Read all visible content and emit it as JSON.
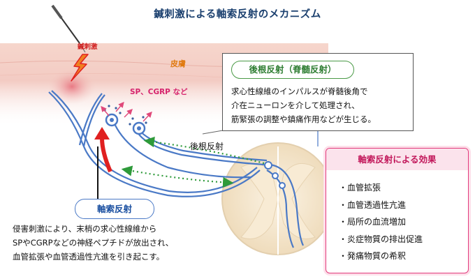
{
  "title": "鍼刺激による軸索反射のメカニズム",
  "labels": {
    "needle_stimulus": "鍼刺激",
    "skin": "皮膚",
    "neuropeptides": "SP、CGRP など",
    "dorsal_root_reflex": "後根反射"
  },
  "dorsal_root_box": {
    "title": "後根反射（脊髄反射）",
    "lines": [
      "求心性線維のインパルスが脊髄後角で",
      "介在ニューロンを介して処理され、",
      "筋緊張の調整や鎮痛作用などが生じる。"
    ]
  },
  "axon_reflex": {
    "label": "軸索反射",
    "description_lines": [
      "侵害刺激により、末梢の求心性線維から",
      "SPやCGRPなどの神経ペプチドが放出され、",
      "血管拡張や血管透過性亢進を引き起こす。"
    ]
  },
  "effects_box": {
    "title": "軸索反射による効果",
    "items": [
      "血管拡張",
      "血管透過性亢進",
      "局所の血流増加",
      "炎症物質の排出促進",
      "発痛物質の希釈"
    ]
  },
  "colors": {
    "title": "#1a3f6e",
    "nerve_blue": "#4a79c6",
    "reflex_green": "#2e9a3a",
    "accent_red": "#e02020",
    "effects_pink": "#e23a7c",
    "skin_label": "#e07a10"
  }
}
